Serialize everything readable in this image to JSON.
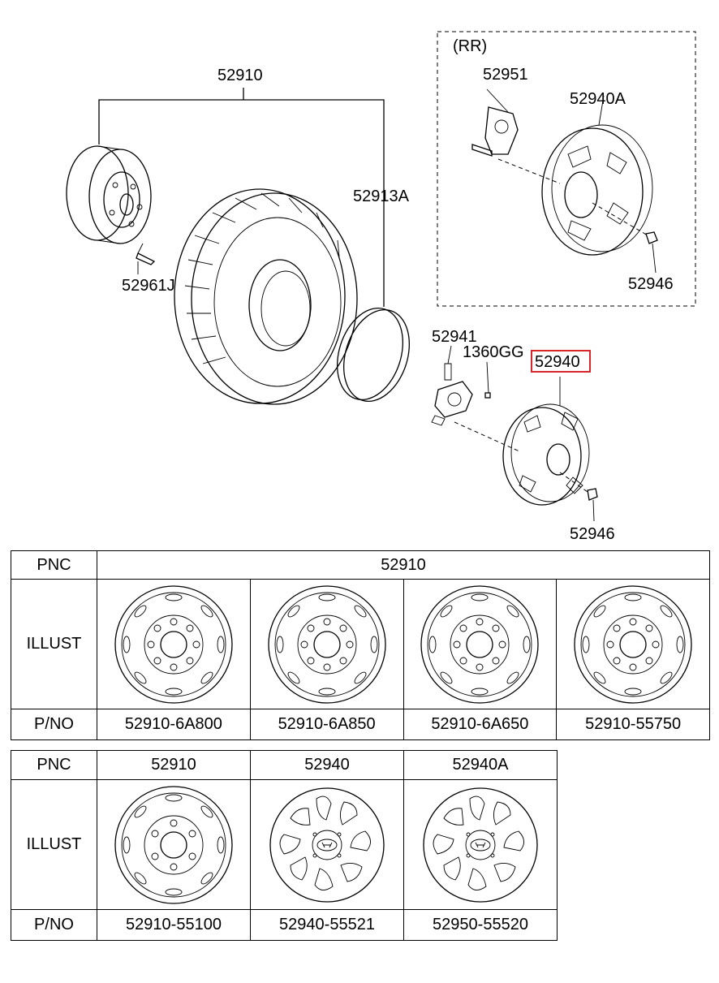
{
  "labels": {
    "rr": "(RR)",
    "p52910": "52910",
    "p52913A": "52913A",
    "p52961J": "52961J",
    "p52951": "52951",
    "p52940A": "52940A",
    "p52946_top": "52946",
    "p52941": "52941",
    "p1360GG": "1360GG",
    "p52940": "52940",
    "p52946_bottom": "52946"
  },
  "highlight_color": "#d9262a",
  "table1": {
    "row_pnc": "PNC",
    "row_illust": "ILLUST",
    "row_pno": "P/NO",
    "pnc": "52910",
    "parts": [
      {
        "pno": "52910-6A800",
        "icon": "wheel-8-slot-icon"
      },
      {
        "pno": "52910-6A850",
        "icon": "wheel-8-slot-icon"
      },
      {
        "pno": "52910-6A650",
        "icon": "wheel-8-slot-icon"
      },
      {
        "pno": "52910-55750",
        "icon": "wheel-8-slot-icon"
      }
    ]
  },
  "table2": {
    "row_pnc": "PNC",
    "row_illust": "ILLUST",
    "row_pno": "P/NO",
    "parts": [
      {
        "pnc": "52910",
        "pno": "52910-55100",
        "icon": "wheel-6-hole-icon"
      },
      {
        "pnc": "52940",
        "pno": "52940-55521",
        "icon": "wheel-cover-icon"
      },
      {
        "pnc": "52940A",
        "pno": "52950-55520",
        "icon": "wheel-cover-icon"
      }
    ]
  }
}
